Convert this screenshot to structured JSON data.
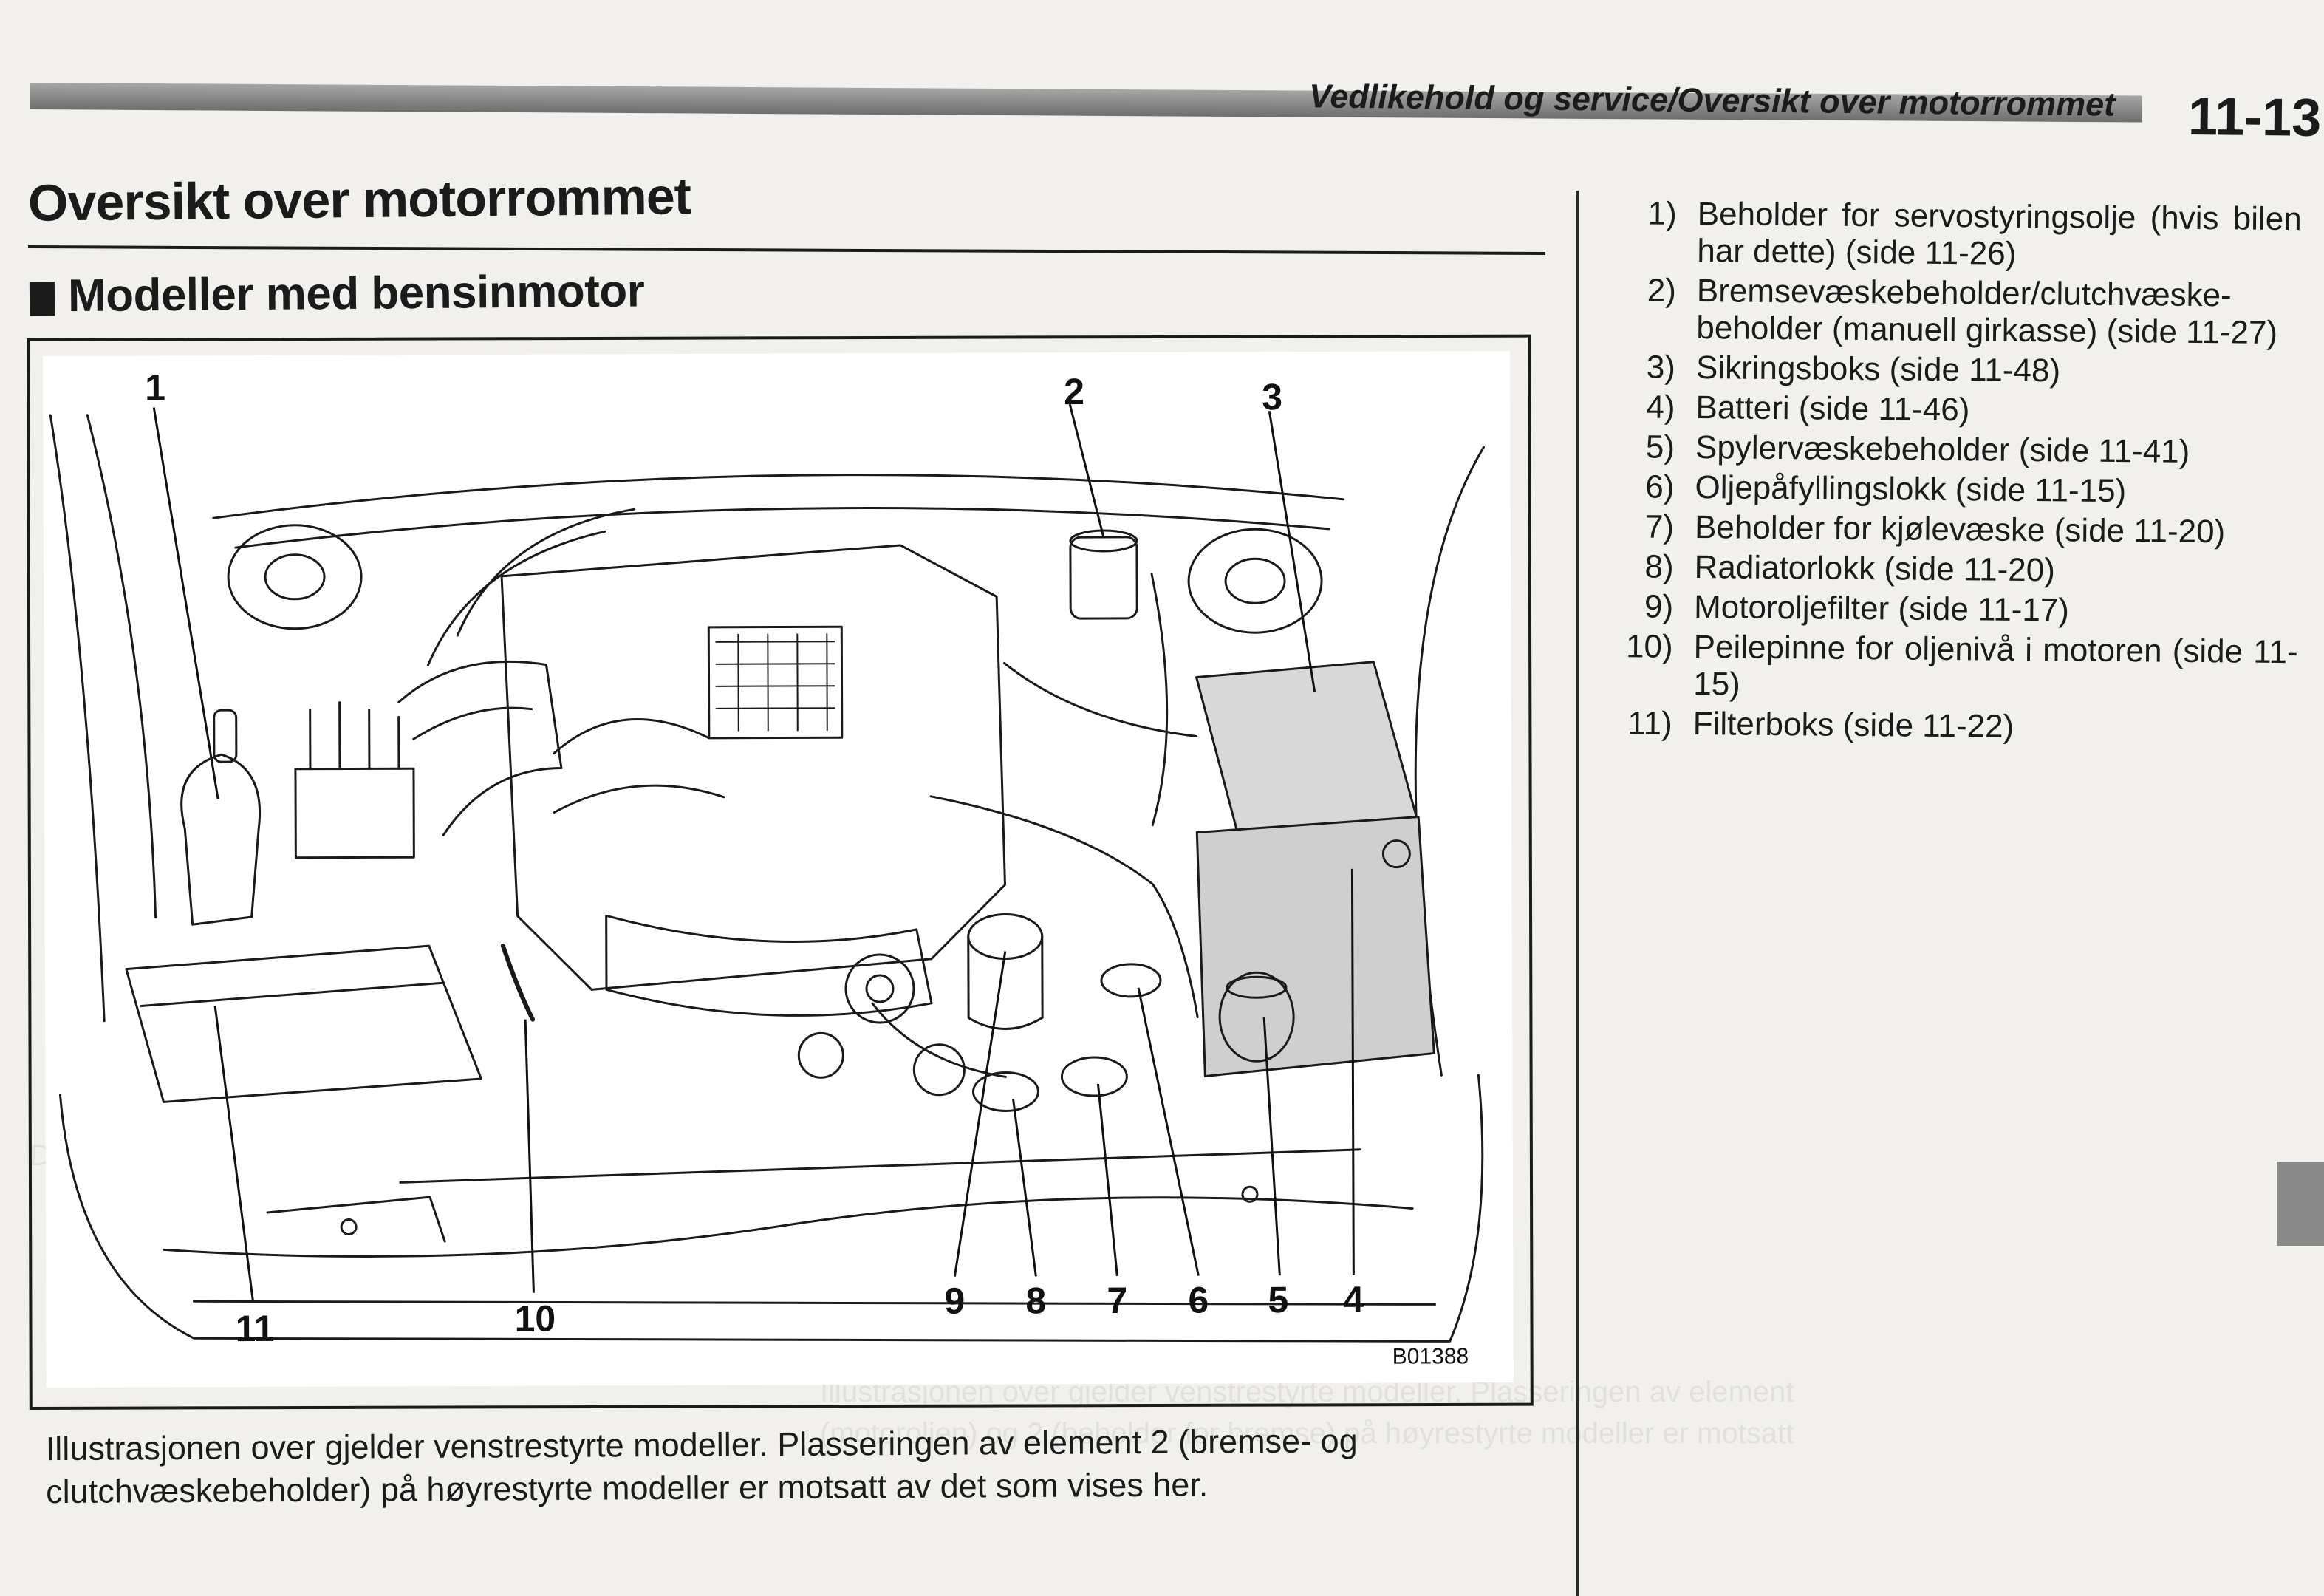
{
  "header": {
    "running_title": "Vedlikehold og service/Oversikt over motorrommet",
    "page_number": "11-13"
  },
  "section_title": "Oversikt over motorrommet",
  "subsection_title": "Modeller med bensinmotor",
  "diagram": {
    "code": "B01388",
    "callouts": [
      "1",
      "2",
      "3",
      "4",
      "5",
      "6",
      "7",
      "8",
      "9",
      "10",
      "11"
    ]
  },
  "caption": "Illustrasjonen over gjelder venstrestyrte modeller. Plasseringen av element 2 (bremse- og clutchvæskebeholder) på høyrestyrte modeller er motsatt av det som vises her.",
  "components": [
    {
      "num": "1)",
      "text": "Beholder for servostyringsolje (hvis bilen har dette) (side 11-26)"
    },
    {
      "num": "2)",
      "text": "Bremsevæskebeholder/clutchvæske-beholder (manuell girkasse) (side 11-27)"
    },
    {
      "num": "3)",
      "text": "Sikringsboks (side 11-48)"
    },
    {
      "num": "4)",
      "text": "Batteri (side 11-46)"
    },
    {
      "num": "5)",
      "text": "Spylervæskebeholder (side 11-41)"
    },
    {
      "num": "6)",
      "text": "Oljepåfyllingslokk (side 11-15)"
    },
    {
      "num": "7)",
      "text": "Beholder for kjølevæske (side 11-20)"
    },
    {
      "num": "8)",
      "text": "Radiatorlokk (side 11-20)"
    },
    {
      "num": "9)",
      "text": "Motoroljefilter (side 11-17)"
    },
    {
      "num": "10)",
      "text": "Peilepinne for oljenivå i motoren (side 11-15)"
    },
    {
      "num": "11)",
      "text": "Filterboks (side 11-22)"
    }
  ],
  "colors": {
    "paper": "#f1f0ed",
    "ink": "#1b1b1b",
    "header_bar": "#8a8a8a",
    "side_tab": "#8a8a8a"
  }
}
